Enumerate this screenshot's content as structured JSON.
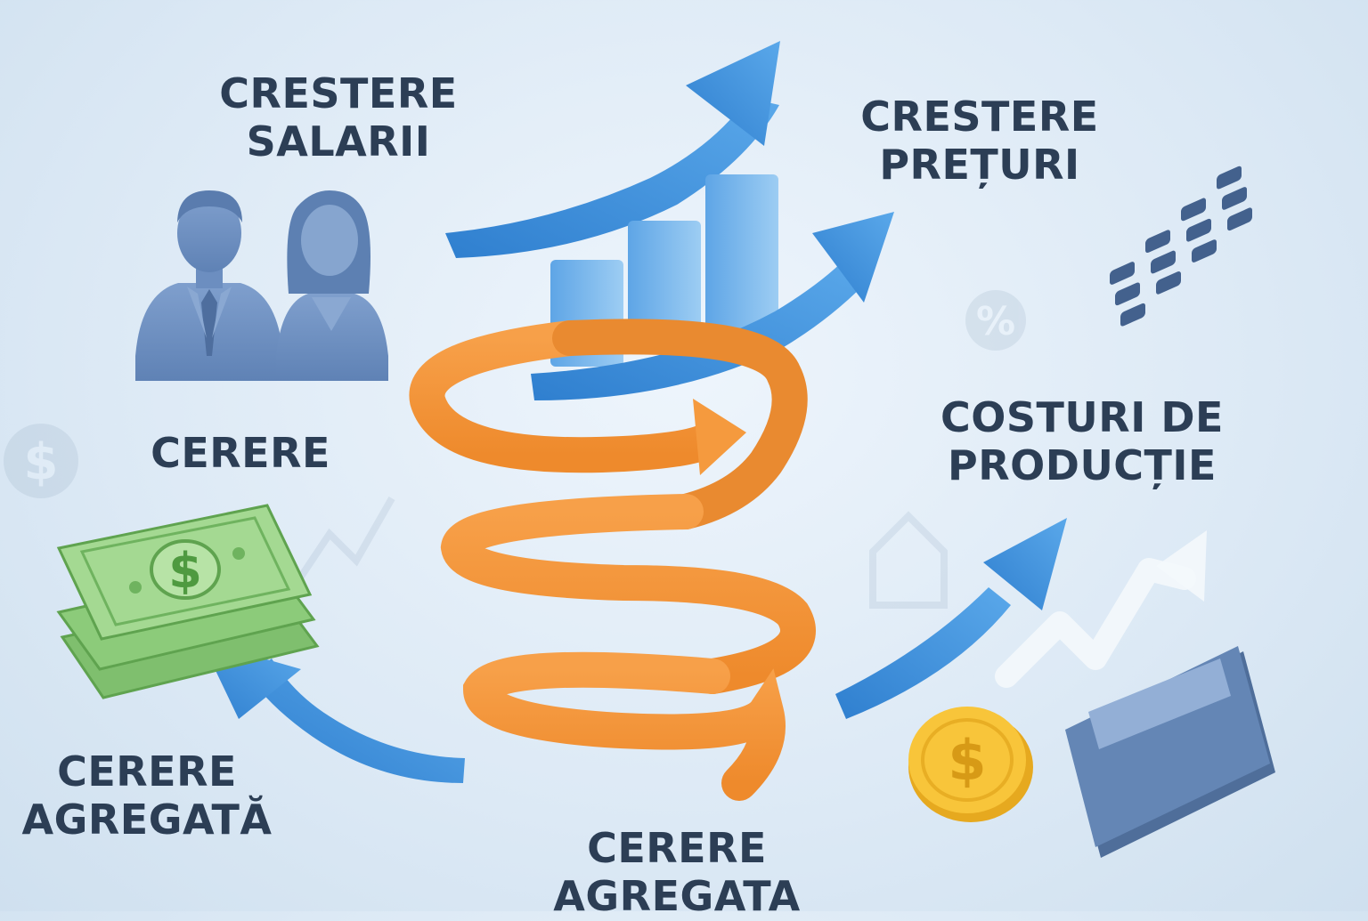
{
  "labels": {
    "wage_growth": [
      "CRESTERE",
      "SALARII"
    ],
    "price_growth": [
      "CRESTERE",
      "PREȚURI"
    ],
    "demand": [
      "CERERE"
    ],
    "production_costs": [
      "COSTURI DE",
      "PRODUCȚIE"
    ],
    "aggregate_demand_left": [
      "CERERE",
      "AGREGATĂ"
    ],
    "aggregate_demand_bottom": [
      "CERERE AGREGATA"
    ]
  },
  "icons": {
    "people": "people-icon",
    "money": "money-stack-icon",
    "coin": "dollar-coin-icon",
    "calculator": "calculator-icon",
    "bars": "bar-chart-icon",
    "spiral": "spiral-arrow-icon"
  },
  "icon_glyphs": {
    "dollar": "$",
    "percent": "%"
  },
  "colors": {
    "text": "#2c3e55",
    "arrow_blue": "#3e8fd9",
    "spiral_orange": "#f5923a",
    "money_green": "#8fce7e",
    "coin_gold": "#f6c338",
    "people_blue": "#6f93c4",
    "calculator_blue": "#4f6e9a"
  }
}
